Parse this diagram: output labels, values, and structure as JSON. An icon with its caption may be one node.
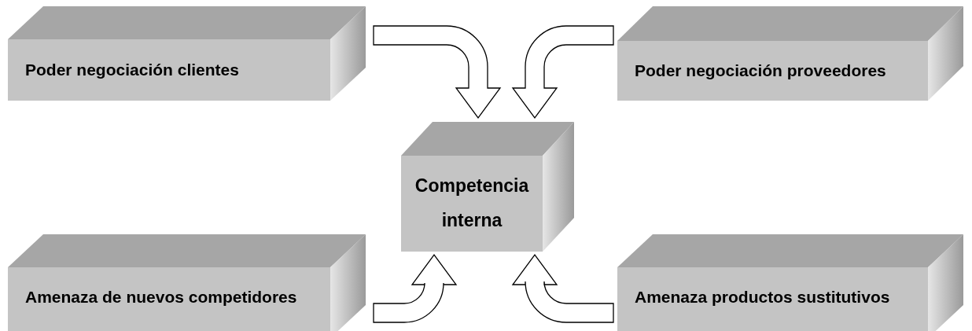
{
  "diagram": {
    "nodes": [
      {
        "text": [
          "Poder negociación clientes"
        ]
      },
      {
        "text": [
          "Poder negociación proveedores"
        ]
      },
      {
        "text": [
          "Competencia interna"
        ]
      },
      {
        "text": [
          "Amenaza de nuevos competidores"
        ]
      },
      {
        "text": [
          "Amenaza productos sustitutivos"
        ]
      }
    ],
    "edges": [
      {
        "from": 0,
        "to": 2,
        "arrow": "to"
      },
      {
        "from": 1,
        "to": 2,
        "arrow": "to"
      },
      {
        "from": 3,
        "to": 2,
        "arrow": "to"
      },
      {
        "from": 4,
        "to": 2,
        "arrow": "to"
      }
    ]
  }
}
